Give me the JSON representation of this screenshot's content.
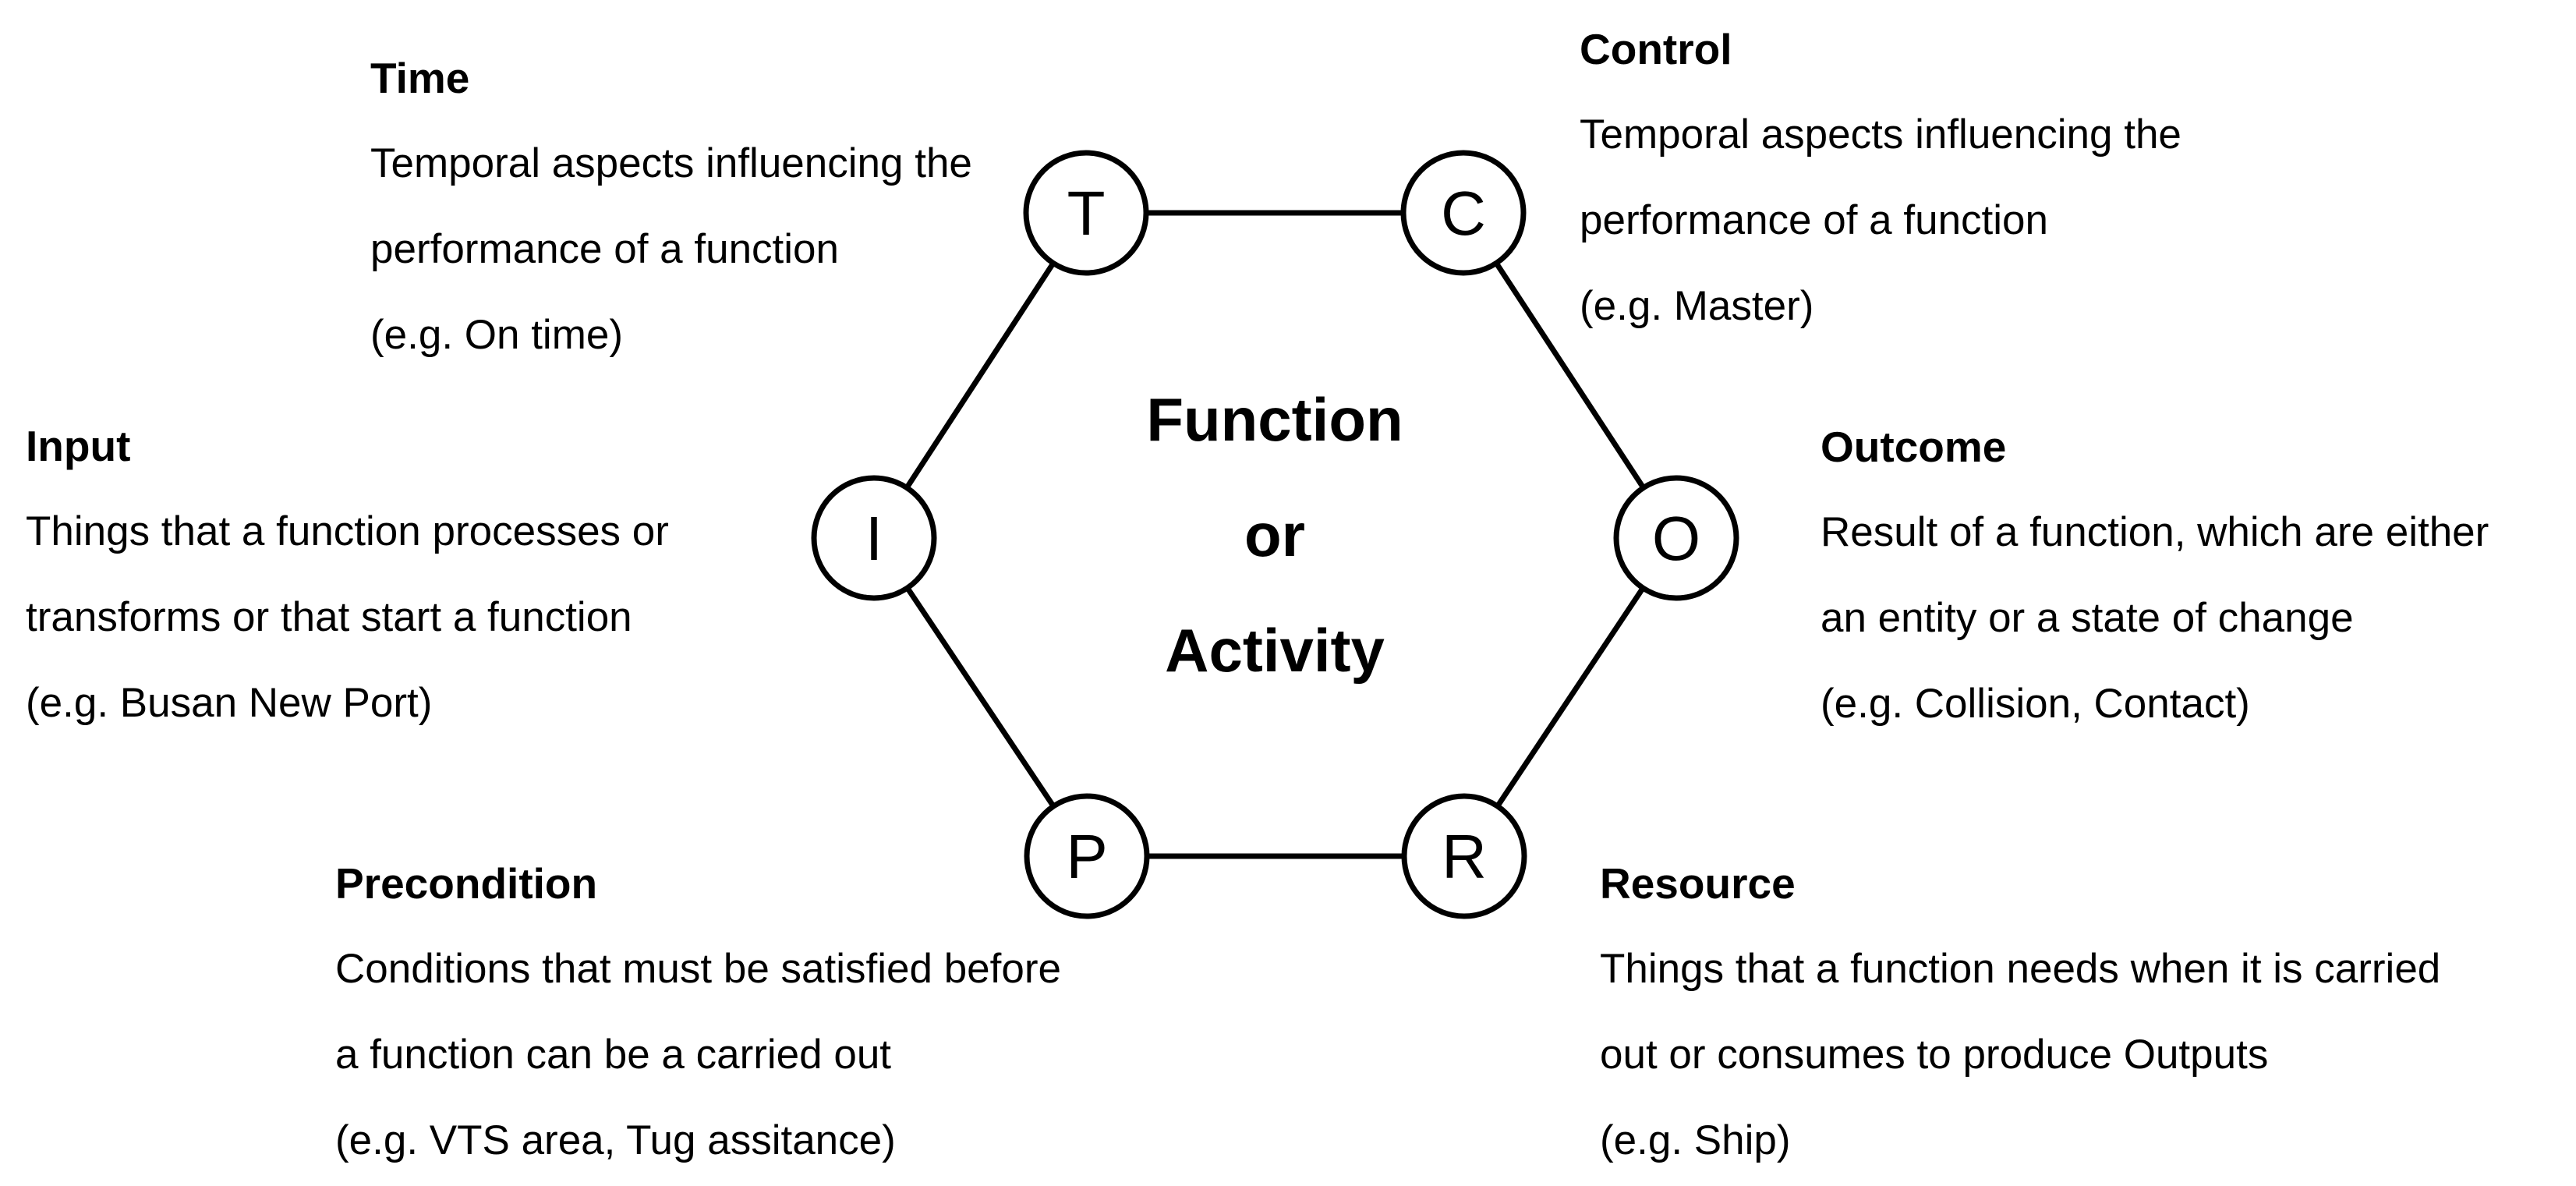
{
  "page": {
    "background_color": "#ffffff",
    "text_color": "#000000"
  },
  "hexagon": {
    "center_label": {
      "line1": "Function",
      "line2": "or",
      "line3": "Activity"
    },
    "nodes": [
      {
        "id": "T",
        "letter": "T",
        "role": "Time"
      },
      {
        "id": "C",
        "letter": "C",
        "role": "Control"
      },
      {
        "id": "O",
        "letter": "O",
        "role": "Outcome"
      },
      {
        "id": "R",
        "letter": "R",
        "role": "Resource"
      },
      {
        "id": "P",
        "letter": "P",
        "role": "Precondition"
      },
      {
        "id": "I",
        "letter": "I",
        "role": "Input"
      }
    ]
  },
  "annotations": {
    "time": {
      "title": "Time",
      "lines": [
        "Temporal aspects influencing the",
        "performance of a function",
        "(e.g. On time)"
      ]
    },
    "control": {
      "title": "Control",
      "lines": [
        "Temporal aspects influencing the",
        "performance of a function",
        "(e.g. Master)"
      ]
    },
    "input": {
      "title": "Input",
      "lines": [
        "Things that a function processes or",
        "transforms or that start a function",
        "(e.g. Busan New Port)"
      ]
    },
    "outcome": {
      "title": "Outcome",
      "lines": [
        "Result of a function, which are either",
        "an entity or a state of change",
        "(e.g. Collision, Contact)"
      ]
    },
    "precondition": {
      "title": "Precondition",
      "lines": [
        "Conditions that must be satisfied before",
        "a function can be a carried out",
        "(e.g. VTS area, Tug assitance)"
      ]
    },
    "resource": {
      "title": "Resource",
      "lines": [
        "Things that a function needs when it is carried",
        "out or consumes to produce Outputs",
        "(e.g. Ship)"
      ]
    }
  }
}
